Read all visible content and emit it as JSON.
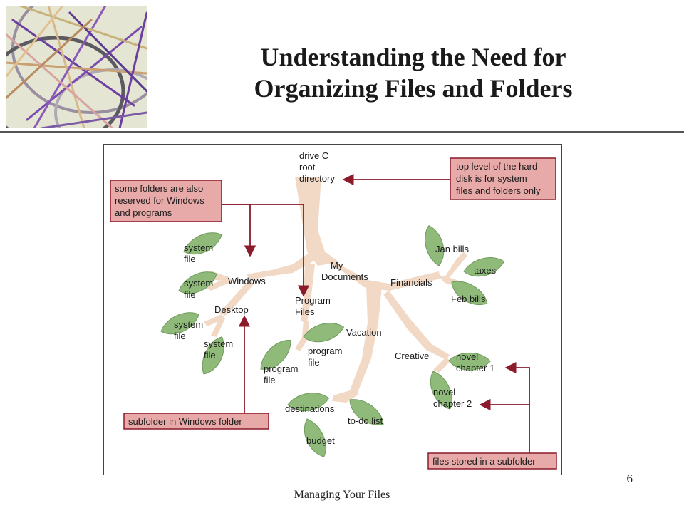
{
  "slide": {
    "title_line1": "Understanding the Need for",
    "title_line2": "Organizing Files and Folders",
    "footer": "Managing Your Files",
    "page_number": "6"
  },
  "diagram": {
    "root": {
      "line1": "drive C",
      "line2": "root",
      "line3": "directory"
    },
    "callouts": {
      "top_level": {
        "line1": "top level of the hard",
        "line2": "disk is for system",
        "line3": "files and folders only"
      },
      "reserved": {
        "line1": "some folders are also",
        "line2": "reserved for Windows",
        "line3": "and programs"
      },
      "subfolder": "subfolder in Windows folder",
      "files_stored": "files stored in a subfolder"
    },
    "folders": {
      "windows": "Windows",
      "desktop": "Desktop",
      "program_files_1": "Program",
      "program_files_2": "Files",
      "my_documents_1": "My",
      "my_documents_2": "Documents",
      "financials": "Financials",
      "vacation": "Vacation",
      "creative": "Creative"
    },
    "leaves": {
      "system_file_1a": "system",
      "system_file_1b": "file",
      "system_file_2a": "system",
      "system_file_2b": "file",
      "system_file_3a": "system",
      "system_file_3b": "file",
      "system_file_4a": "system",
      "system_file_4b": "file",
      "program_file_1a": "program",
      "program_file_1b": "file",
      "program_file_2a": "program",
      "program_file_2b": "file",
      "jan_bills": "Jan bills",
      "taxes": "taxes",
      "feb_bills": "Feb bills",
      "novel_ch1a": "novel",
      "novel_ch1b": "chapter 1",
      "novel_ch2a": "novel",
      "novel_ch2b": "chapter 2",
      "destinations": "destinations",
      "todo": "to-do list",
      "budget": "budget"
    }
  },
  "colors": {
    "leaf": "#8fba7a",
    "leaf_stroke": "#6e9a5c",
    "branch": "#f2d9c6",
    "callout_fill": "#e8aaa8",
    "callout_stroke": "#8b1a2b",
    "arrow": "#8b1a2b"
  }
}
